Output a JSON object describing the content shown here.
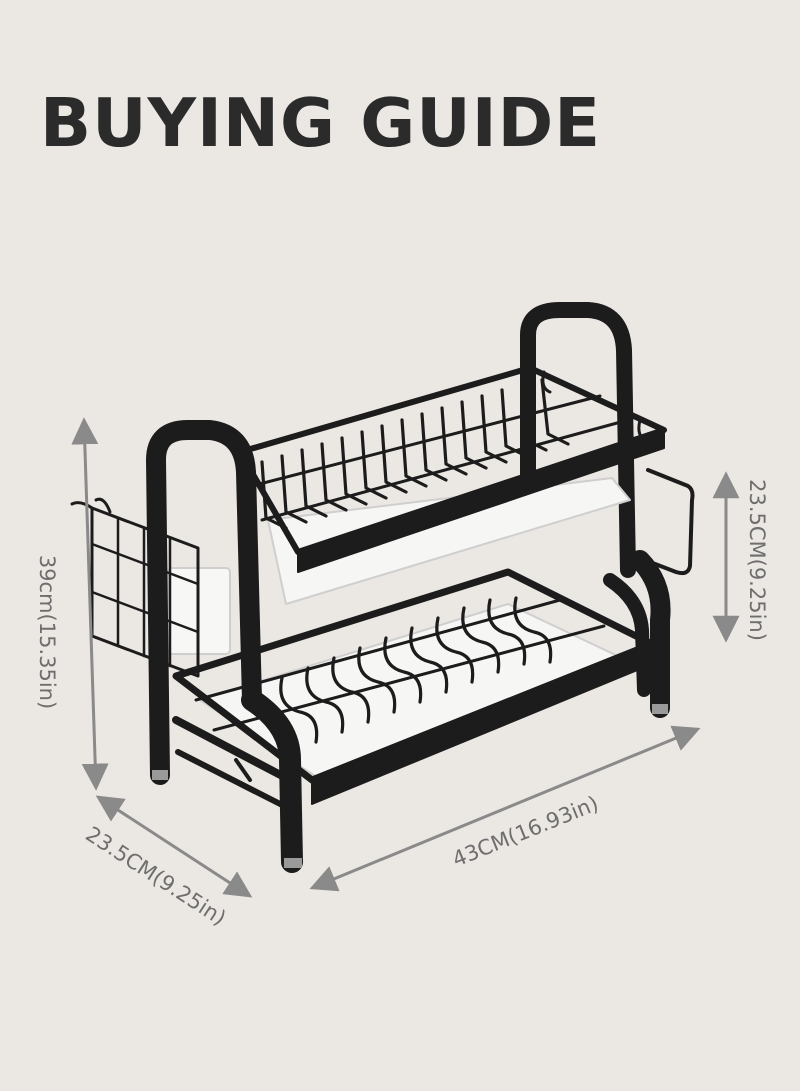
{
  "title": "BUYING GUIDE",
  "dimensions": {
    "height_total": "39cm(15.35in)",
    "height_upper": "23.5CM(9.25in)",
    "depth": "23.5CM(9.25in)",
    "width": "43CM(16.93in)"
  },
  "colors": {
    "background": "#ebe7e3",
    "title": "#2b2b2b",
    "rack": "#1c1c1c",
    "arrow": "#8a8a8a",
    "tray": "#f6f6f4"
  },
  "icons": {
    "product": "dish-drying-rack-illustration"
  }
}
